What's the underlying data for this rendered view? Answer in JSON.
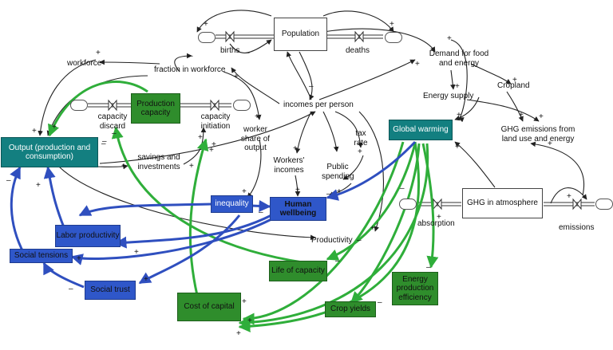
{
  "stocks": {
    "population": "Population",
    "production_capacity": "Production capacity",
    "output": "Output (production and consumption)",
    "global_warming": "Global warming",
    "ghg_in_atmosphere": "GHG in atmosphere",
    "inequality": "inequality",
    "human_wellbeing": "Human wellbeing",
    "labor_productivity": "Labor productivity",
    "social_tensions": "Social tensions",
    "social_trust": "Social trust",
    "life_of_capacity": "Life of capacity",
    "energy_production_efficiency": "Energy production efficiency",
    "cost_of_capital": "Cost of capital",
    "crop_yields": "Crop yields"
  },
  "variables": {
    "births": "births",
    "deaths": "deaths",
    "workforce": "workforce",
    "fraction_in_workforce": "fraction in workforce",
    "demand_food_energy": "Demand for food and energy",
    "cropland": "Cropland",
    "energy_supply": "Energy supply",
    "incomes_per_person": "incomes per person",
    "capacity_discard": "capacity discard",
    "capacity_initiation": "capacity initiation",
    "worker_share": "worker share of output",
    "tax_rate": "tax rate",
    "ghg_emissions_land": "GHG emissions from land use and energy",
    "savings_investments": "savings and investments",
    "workers_incomes": "Workers' incomes",
    "public_spending": "Public spending",
    "productivity": "Productivity",
    "absorption": "absorption",
    "emissions": "emissions"
  },
  "signs": {
    "plus": "+",
    "minus": "–"
  },
  "colors": {
    "black_link": "#222222",
    "green_link": "#2fae3a",
    "blue_link": "#2f4fbf",
    "teal": "#137f80",
    "green_box": "#2f8d2c",
    "blue_box": "#2f57c9"
  }
}
